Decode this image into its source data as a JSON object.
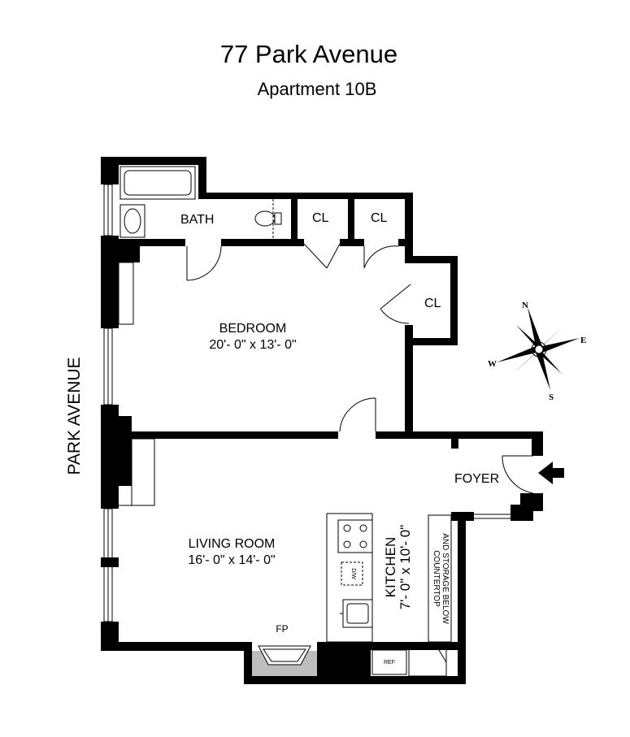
{
  "title": "77 Park Avenue",
  "subtitle": "Apartment 10B",
  "street_label": "PARK AVENUE",
  "rooms": {
    "bath": "BATH",
    "closet1": "CL",
    "closet2": "CL",
    "closet3": "CL",
    "bedroom_name": "BEDROOM",
    "bedroom_dims": "20'- 0\"  x 13'- 0\"",
    "living_name": "LIVING ROOM",
    "living_dims": "16'- 0\" x 14'- 0\"",
    "kitchen_name": "KITCHEN",
    "kitchen_dims": "7'- 0\" x 10'- 0\"",
    "foyer": "FOYER",
    "fireplace": "FP",
    "countertop_line1": "COUNTERTOP",
    "countertop_line2": "AND STORAGE BELOW"
  },
  "appliances": {
    "dishwasher": "D/W",
    "refrigerator": "REF"
  },
  "compass": {
    "n": "N",
    "e": "E",
    "s": "S",
    "w": "W"
  },
  "entrance_icon": "arrow-left-icon"
}
